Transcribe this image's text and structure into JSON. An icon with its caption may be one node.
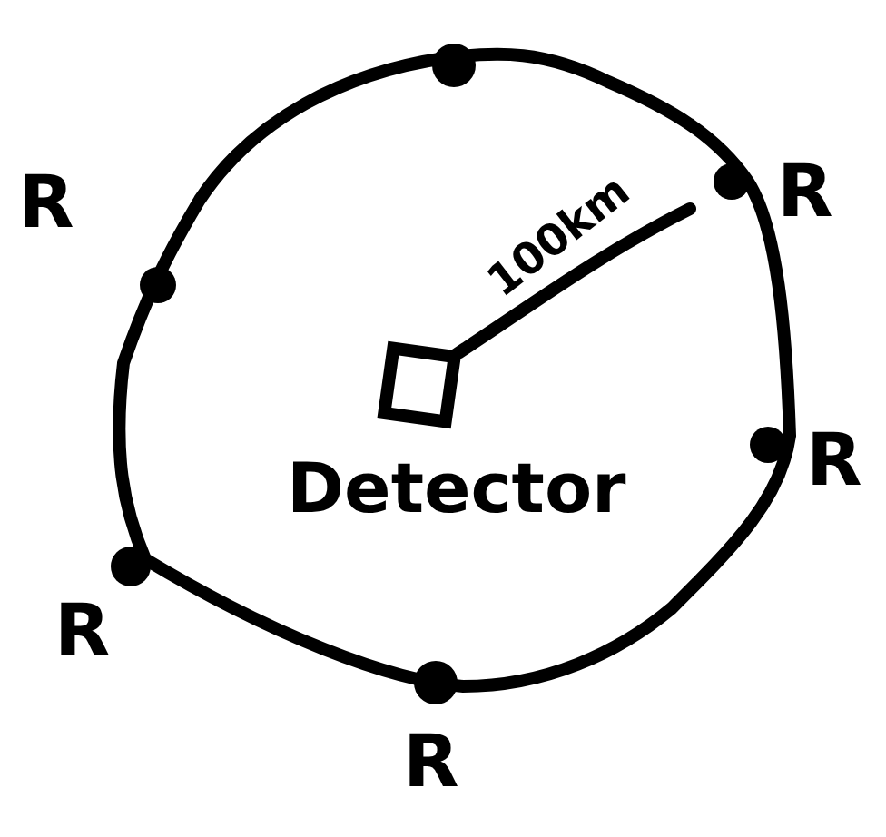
{
  "diagram": {
    "labels": [
      "R",
      "R",
      "100km",
      "R",
      "Detector",
      "R",
      "R"
    ]
  }
}
